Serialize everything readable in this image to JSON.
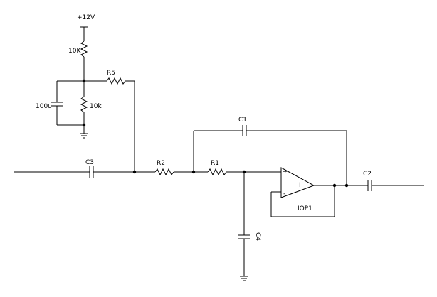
{
  "schematic": {
    "supply_label": "+12V",
    "labels": {
      "r_top": "10K",
      "r_bottom": "10k",
      "cap_bias": "100u",
      "r5": "R5",
      "c1": "C1",
      "c2": "C2",
      "c3": "C3",
      "c4": "C4",
      "r1": "R1",
      "r2": "R2",
      "opamp": "IOP1",
      "plus": "+",
      "minus": "-",
      "opamp_mark": "I"
    }
  }
}
